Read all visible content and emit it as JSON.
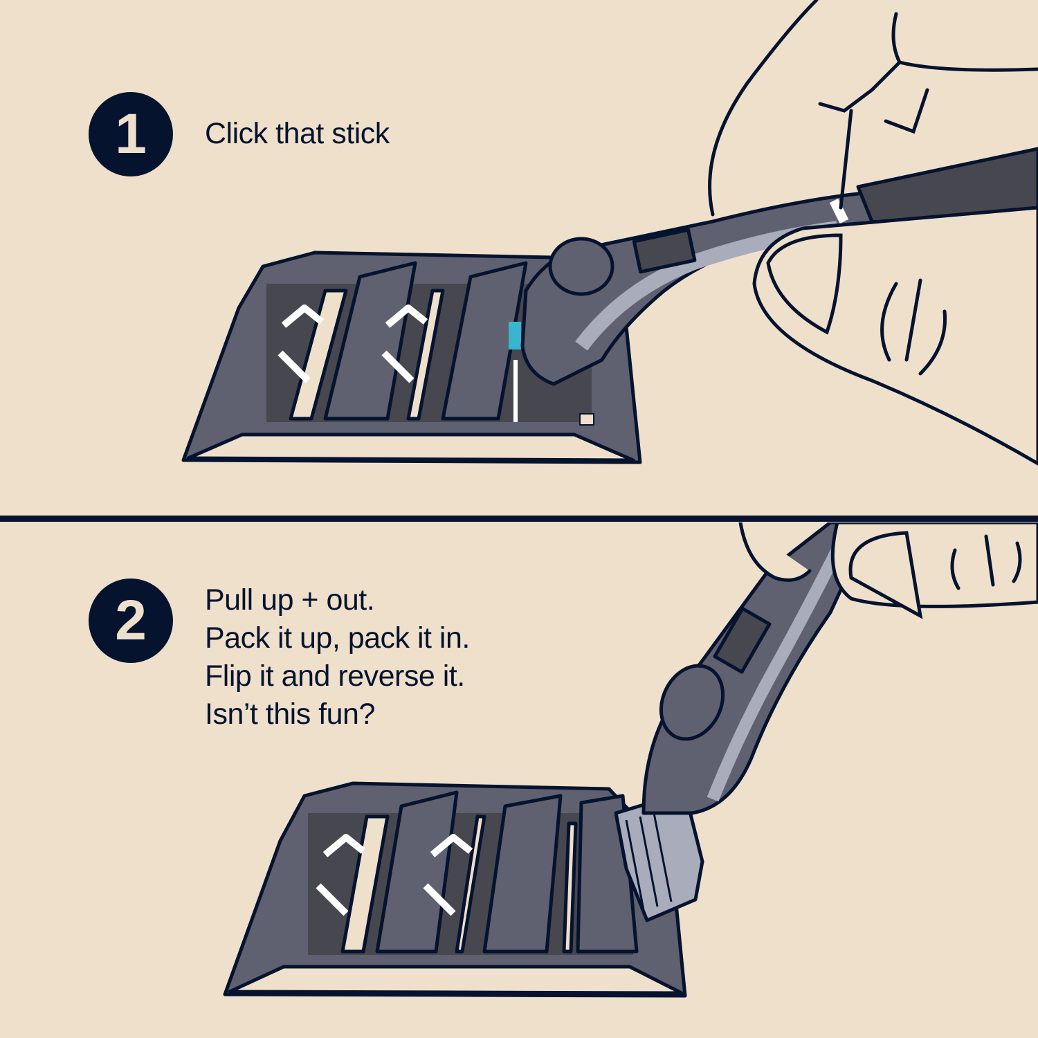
{
  "steps": [
    {
      "number": "1",
      "lines": [
        "Click that stick"
      ],
      "illustration": "hand-clicking-razor-handle-onto-blade-tray"
    },
    {
      "number": "2",
      "lines": [
        "Pull up + out.",
        "Pack it up, pack it in.",
        "Flip it and reverse it.",
        "Isn’t this fun?"
      ],
      "illustration": "hand-pulling-razor-cartridge-out-of-tray"
    }
  ],
  "colors": {
    "background": "#efe0cb",
    "ink": "#06132f",
    "tray": "#5f6070",
    "tray_dark": "#47474f",
    "handle_light": "#a9acbb",
    "accent_blue": "#38b6d0"
  }
}
